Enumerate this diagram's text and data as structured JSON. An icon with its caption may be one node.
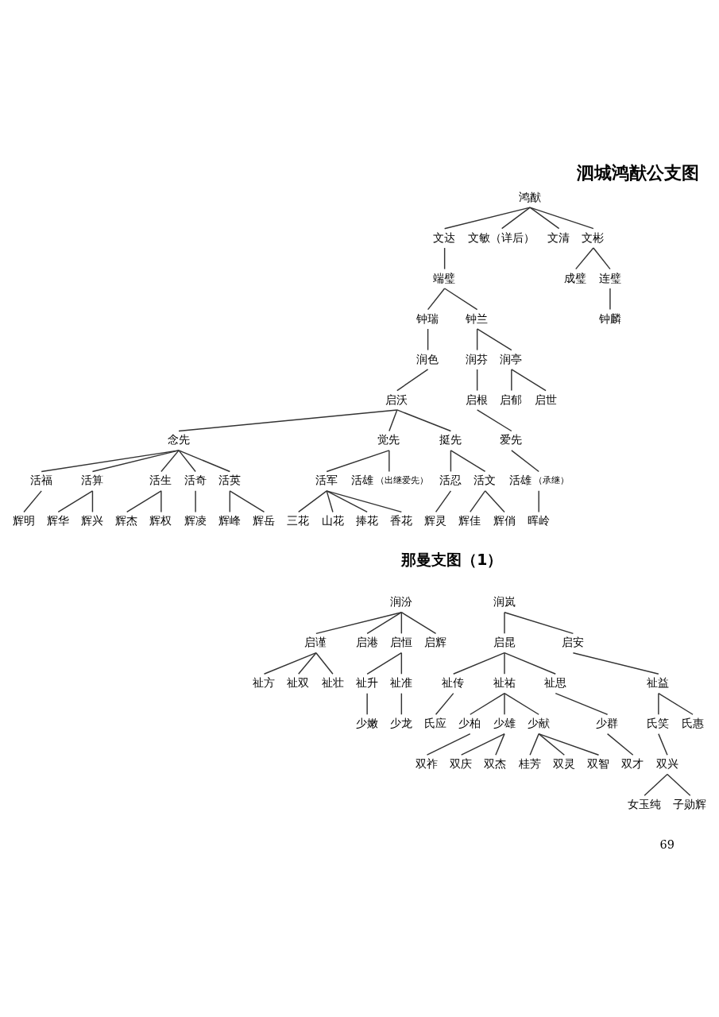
{
  "diagram": {
    "title": "泗城鸿猷公支图",
    "nodes": [
      {
        "text": [
          "鸿猷"
        ]
      },
      {
        "text": [
          "文达"
        ]
      },
      {
        "text": [
          "文敏（详后）"
        ]
      },
      {
        "text": [
          "文清"
        ]
      },
      {
        "text": [
          "文彬"
        ]
      },
      {
        "text": [
          "端璧"
        ]
      },
      {
        "text": [
          "成璧"
        ]
      },
      {
        "text": [
          "连璧"
        ]
      },
      {
        "text": [
          "钟瑞"
        ]
      },
      {
        "text": [
          "钟兰"
        ]
      },
      {
        "text": [
          "钟麟"
        ]
      },
      {
        "text": [
          "润色"
        ]
      },
      {
        "text": [
          "润芬"
        ]
      },
      {
        "text": [
          "润亭"
        ]
      },
      {
        "text": [
          "启沃"
        ]
      },
      {
        "text": [
          "启根"
        ]
      },
      {
        "text": [
          "启郁"
        ]
      },
      {
        "text": [
          "启世"
        ]
      },
      {
        "text": [
          "念先"
        ]
      },
      {
        "text": [
          "觉先"
        ]
      },
      {
        "text": [
          "挺先"
        ]
      },
      {
        "text": [
          "爱先"
        ]
      },
      {
        "text": [
          "活福"
        ]
      },
      {
        "text": [
          "活算"
        ]
      },
      {
        "text": [
          "活生"
        ]
      },
      {
        "text": [
          "活奇"
        ]
      },
      {
        "text": [
          "活英"
        ]
      },
      {
        "text": [
          "活军"
        ]
      },
      {
        "text": [
          "活雄"
        ],
        "beside": [
          "（出继爱先）"
        ]
      },
      {
        "text": [
          "活忍"
        ]
      },
      {
        "text": [
          "活文"
        ]
      },
      {
        "text": [
          "活雄"
        ],
        "beside": [
          "（承继）"
        ]
      },
      {
        "text": [
          "辉明"
        ]
      },
      {
        "text": [
          "辉华"
        ]
      },
      {
        "text": [
          "辉兴"
        ]
      },
      {
        "text": [
          "辉杰"
        ]
      },
      {
        "text": [
          "辉权"
        ]
      },
      {
        "text": [
          "辉凌"
        ]
      },
      {
        "text": [
          "辉峰"
        ]
      },
      {
        "text": [
          "辉岳"
        ]
      },
      {
        "text": [
          "三花"
        ]
      },
      {
        "text": [
          "山花"
        ]
      },
      {
        "text": [
          "辉灵"
        ]
      },
      {
        "text": [
          "辉佳"
        ]
      },
      {
        "text": [
          "辉俏"
        ]
      },
      {
        "text": [
          "晖岭"
        ]
      },
      {
        "text": [
          "捧花"
        ]
      },
      {
        "text": [
          "香花"
        ]
      },
      {
        "text": [
          "润汾"
        ]
      },
      {
        "text": [
          "润岚"
        ]
      },
      {
        "text": [
          "启谨"
        ]
      },
      {
        "text": [
          "启港"
        ]
      },
      {
        "text": [
          "启恒"
        ]
      },
      {
        "text": [
          "启辉"
        ]
      },
      {
        "text": [
          "启昆"
        ]
      },
      {
        "text": [
          "启安"
        ]
      },
      {
        "text": [
          "祉方"
        ]
      },
      {
        "text": [
          "祉双"
        ]
      },
      {
        "text": [
          "祉壮"
        ]
      },
      {
        "text": [
          "祉升"
        ]
      },
      {
        "text": [
          "祉准"
        ]
      },
      {
        "text": [
          "祉传"
        ]
      },
      {
        "text": [
          "祉祐"
        ]
      },
      {
        "text": [
          "祉思"
        ]
      },
      {
        "text": [
          "祉益"
        ]
      },
      {
        "text": [
          "少嫩"
        ]
      },
      {
        "text": [
          "少龙"
        ]
      },
      {
        "text": [
          "氏应"
        ]
      },
      {
        "text": [
          "少柏"
        ]
      },
      {
        "text": [
          "少雄"
        ]
      },
      {
        "text": [
          "少献"
        ]
      },
      {
        "text": [
          "少群"
        ]
      },
      {
        "text": [
          "氏笑"
        ]
      },
      {
        "text": [
          "氏惠"
        ]
      },
      {
        "text": [
          "双祚"
        ]
      },
      {
        "text": [
          "双庆"
        ]
      },
      {
        "text": [
          "双杰"
        ]
      },
      {
        "text": [
          "桂芳"
        ]
      },
      {
        "text": [
          "双灵"
        ]
      },
      {
        "text": [
          "双智"
        ]
      },
      {
        "text": [
          "双才"
        ]
      },
      {
        "text": [
          "双兴"
        ]
      },
      {
        "text": [
          "女玉纯"
        ]
      },
      {
        "text": [
          "子勋辉"
        ]
      }
    ],
    "edges": [
      {
        "from": 0,
        "to": 1,
        "arrow": "none"
      },
      {
        "from": 0,
        "to": 2,
        "arrow": "none"
      },
      {
        "from": 0,
        "to": 3,
        "arrow": "none"
      },
      {
        "from": 0,
        "to": 4,
        "arrow": "none"
      },
      {
        "from": 1,
        "to": 5,
        "arrow": "none"
      },
      {
        "from": 4,
        "to": 6,
        "arrow": "none"
      },
      {
        "from": 4,
        "to": 7,
        "arrow": "none"
      },
      {
        "from": 5,
        "to": 8,
        "arrow": "none"
      },
      {
        "from": 5,
        "to": 9,
        "arrow": "none"
      },
      {
        "from": 7,
        "to": 10,
        "arrow": "none"
      },
      {
        "from": 8,
        "to": 11,
        "arrow": "none"
      },
      {
        "from": 9,
        "to": 12,
        "arrow": "none"
      },
      {
        "from": 9,
        "to": 13,
        "arrow": "none"
      },
      {
        "from": 11,
        "to": 14,
        "arrow": "none"
      },
      {
        "from": 12,
        "to": 15,
        "arrow": "none"
      },
      {
        "from": 13,
        "to": 16,
        "arrow": "none"
      },
      {
        "from": 13,
        "to": 17,
        "arrow": "none"
      },
      {
        "from": 14,
        "to": 18,
        "arrow": "none"
      },
      {
        "from": 14,
        "to": 19,
        "arrow": "none"
      },
      {
        "from": 14,
        "to": 20,
        "arrow": "none"
      },
      {
        "from": 15,
        "to": 21,
        "arrow": "none"
      },
      {
        "from": 18,
        "to": 22,
        "arrow": "none"
      },
      {
        "from": 18,
        "to": 23,
        "arrow": "none"
      },
      {
        "from": 18,
        "to": 24,
        "arrow": "none"
      },
      {
        "from": 18,
        "to": 25,
        "arrow": "none"
      },
      {
        "from": 18,
        "to": 26,
        "arrow": "none"
      },
      {
        "from": 19,
        "to": 27,
        "arrow": "none"
      },
      {
        "from": 19,
        "to": 28,
        "arrow": "none"
      },
      {
        "from": 20,
        "to": 29,
        "arrow": "none"
      },
      {
        "from": 20,
        "to": 30,
        "arrow": "none"
      },
      {
        "from": 21,
        "to": 31,
        "arrow": "none"
      },
      {
        "from": 22,
        "to": 32,
        "arrow": "none"
      },
      {
        "from": 23,
        "to": 33,
        "arrow": "none"
      },
      {
        "from": 23,
        "to": 34,
        "arrow": "none"
      },
      {
        "from": 24,
        "to": 35,
        "arrow": "none"
      },
      {
        "from": 24,
        "to": 36,
        "arrow": "none"
      },
      {
        "from": 25,
        "to": 37,
        "arrow": "none"
      },
      {
        "from": 26,
        "to": 38,
        "arrow": "none"
      },
      {
        "from": 26,
        "to": 39,
        "arrow": "none"
      },
      {
        "from": 27,
        "to": 40,
        "arrow": "none"
      },
      {
        "from": 27,
        "to": 41,
        "arrow": "none"
      },
      {
        "from": 27,
        "to": 46,
        "arrow": "none"
      },
      {
        "from": 27,
        "to": 47,
        "arrow": "none"
      },
      {
        "from": 29,
        "to": 42,
        "arrow": "none"
      },
      {
        "from": 30,
        "to": 43,
        "arrow": "none"
      },
      {
        "from": 30,
        "to": 44,
        "arrow": "none"
      },
      {
        "from": 31,
        "to": 45,
        "arrow": "none"
      },
      {
        "from": 48,
        "to": 50,
        "arrow": "none"
      },
      {
        "from": 48,
        "to": 51,
        "arrow": "none"
      },
      {
        "from": 48,
        "to": 52,
        "arrow": "none"
      },
      {
        "from": 48,
        "to": 53,
        "arrow": "none"
      },
      {
        "from": 49,
        "to": 54,
        "arrow": "none"
      },
      {
        "from": 49,
        "to": 55,
        "arrow": "none"
      },
      {
        "from": 50,
        "to": 56,
        "arrow": "none"
      },
      {
        "from": 50,
        "to": 57,
        "arrow": "none"
      },
      {
        "from": 50,
        "to": 58,
        "arrow": "none"
      },
      {
        "from": 52,
        "to": 59,
        "arrow": "none"
      },
      {
        "from": 52,
        "to": 60,
        "arrow": "none"
      },
      {
        "from": 54,
        "to": 61,
        "arrow": "none"
      },
      {
        "from": 54,
        "to": 62,
        "arrow": "none"
      },
      {
        "from": 54,
        "to": 63,
        "arrow": "none"
      },
      {
        "from": 55,
        "to": 64,
        "arrow": "none"
      },
      {
        "from": 59,
        "to": 65,
        "arrow": "none"
      },
      {
        "from": 60,
        "to": 66,
        "arrow": "none"
      },
      {
        "from": 61,
        "to": 67,
        "arrow": "none"
      },
      {
        "from": 62,
        "to": 68,
        "arrow": "none"
      },
      {
        "from": 62,
        "to": 69,
        "arrow": "none"
      },
      {
        "from": 62,
        "to": 70,
        "arrow": "none"
      },
      {
        "from": 63,
        "to": 71,
        "arrow": "none"
      },
      {
        "from": 64,
        "to": 72,
        "arrow": "none"
      },
      {
        "from": 64,
        "to": 73,
        "arrow": "none"
      },
      {
        "from": 68,
        "to": 74,
        "arrow": "none"
      },
      {
        "from": 69,
        "to": 75,
        "arrow": "none"
      },
      {
        "from": 69,
        "to": 76,
        "arrow": "none"
      },
      {
        "from": 70,
        "to": 77,
        "arrow": "none"
      },
      {
        "from": 70,
        "to": 78,
        "arrow": "none"
      },
      {
        "from": 70,
        "to": 79,
        "arrow": "none"
      },
      {
        "from": 71,
        "to": 80,
        "arrow": "none"
      },
      {
        "from": 72,
        "to": 81,
        "arrow": "none"
      },
      {
        "from": 81,
        "to": 82,
        "arrow": "none"
      },
      {
        "from": 81,
        "to": 83,
        "arrow": "none"
      }
    ],
    "labels": [
      "那曼支图（1）",
      "69"
    ]
  }
}
